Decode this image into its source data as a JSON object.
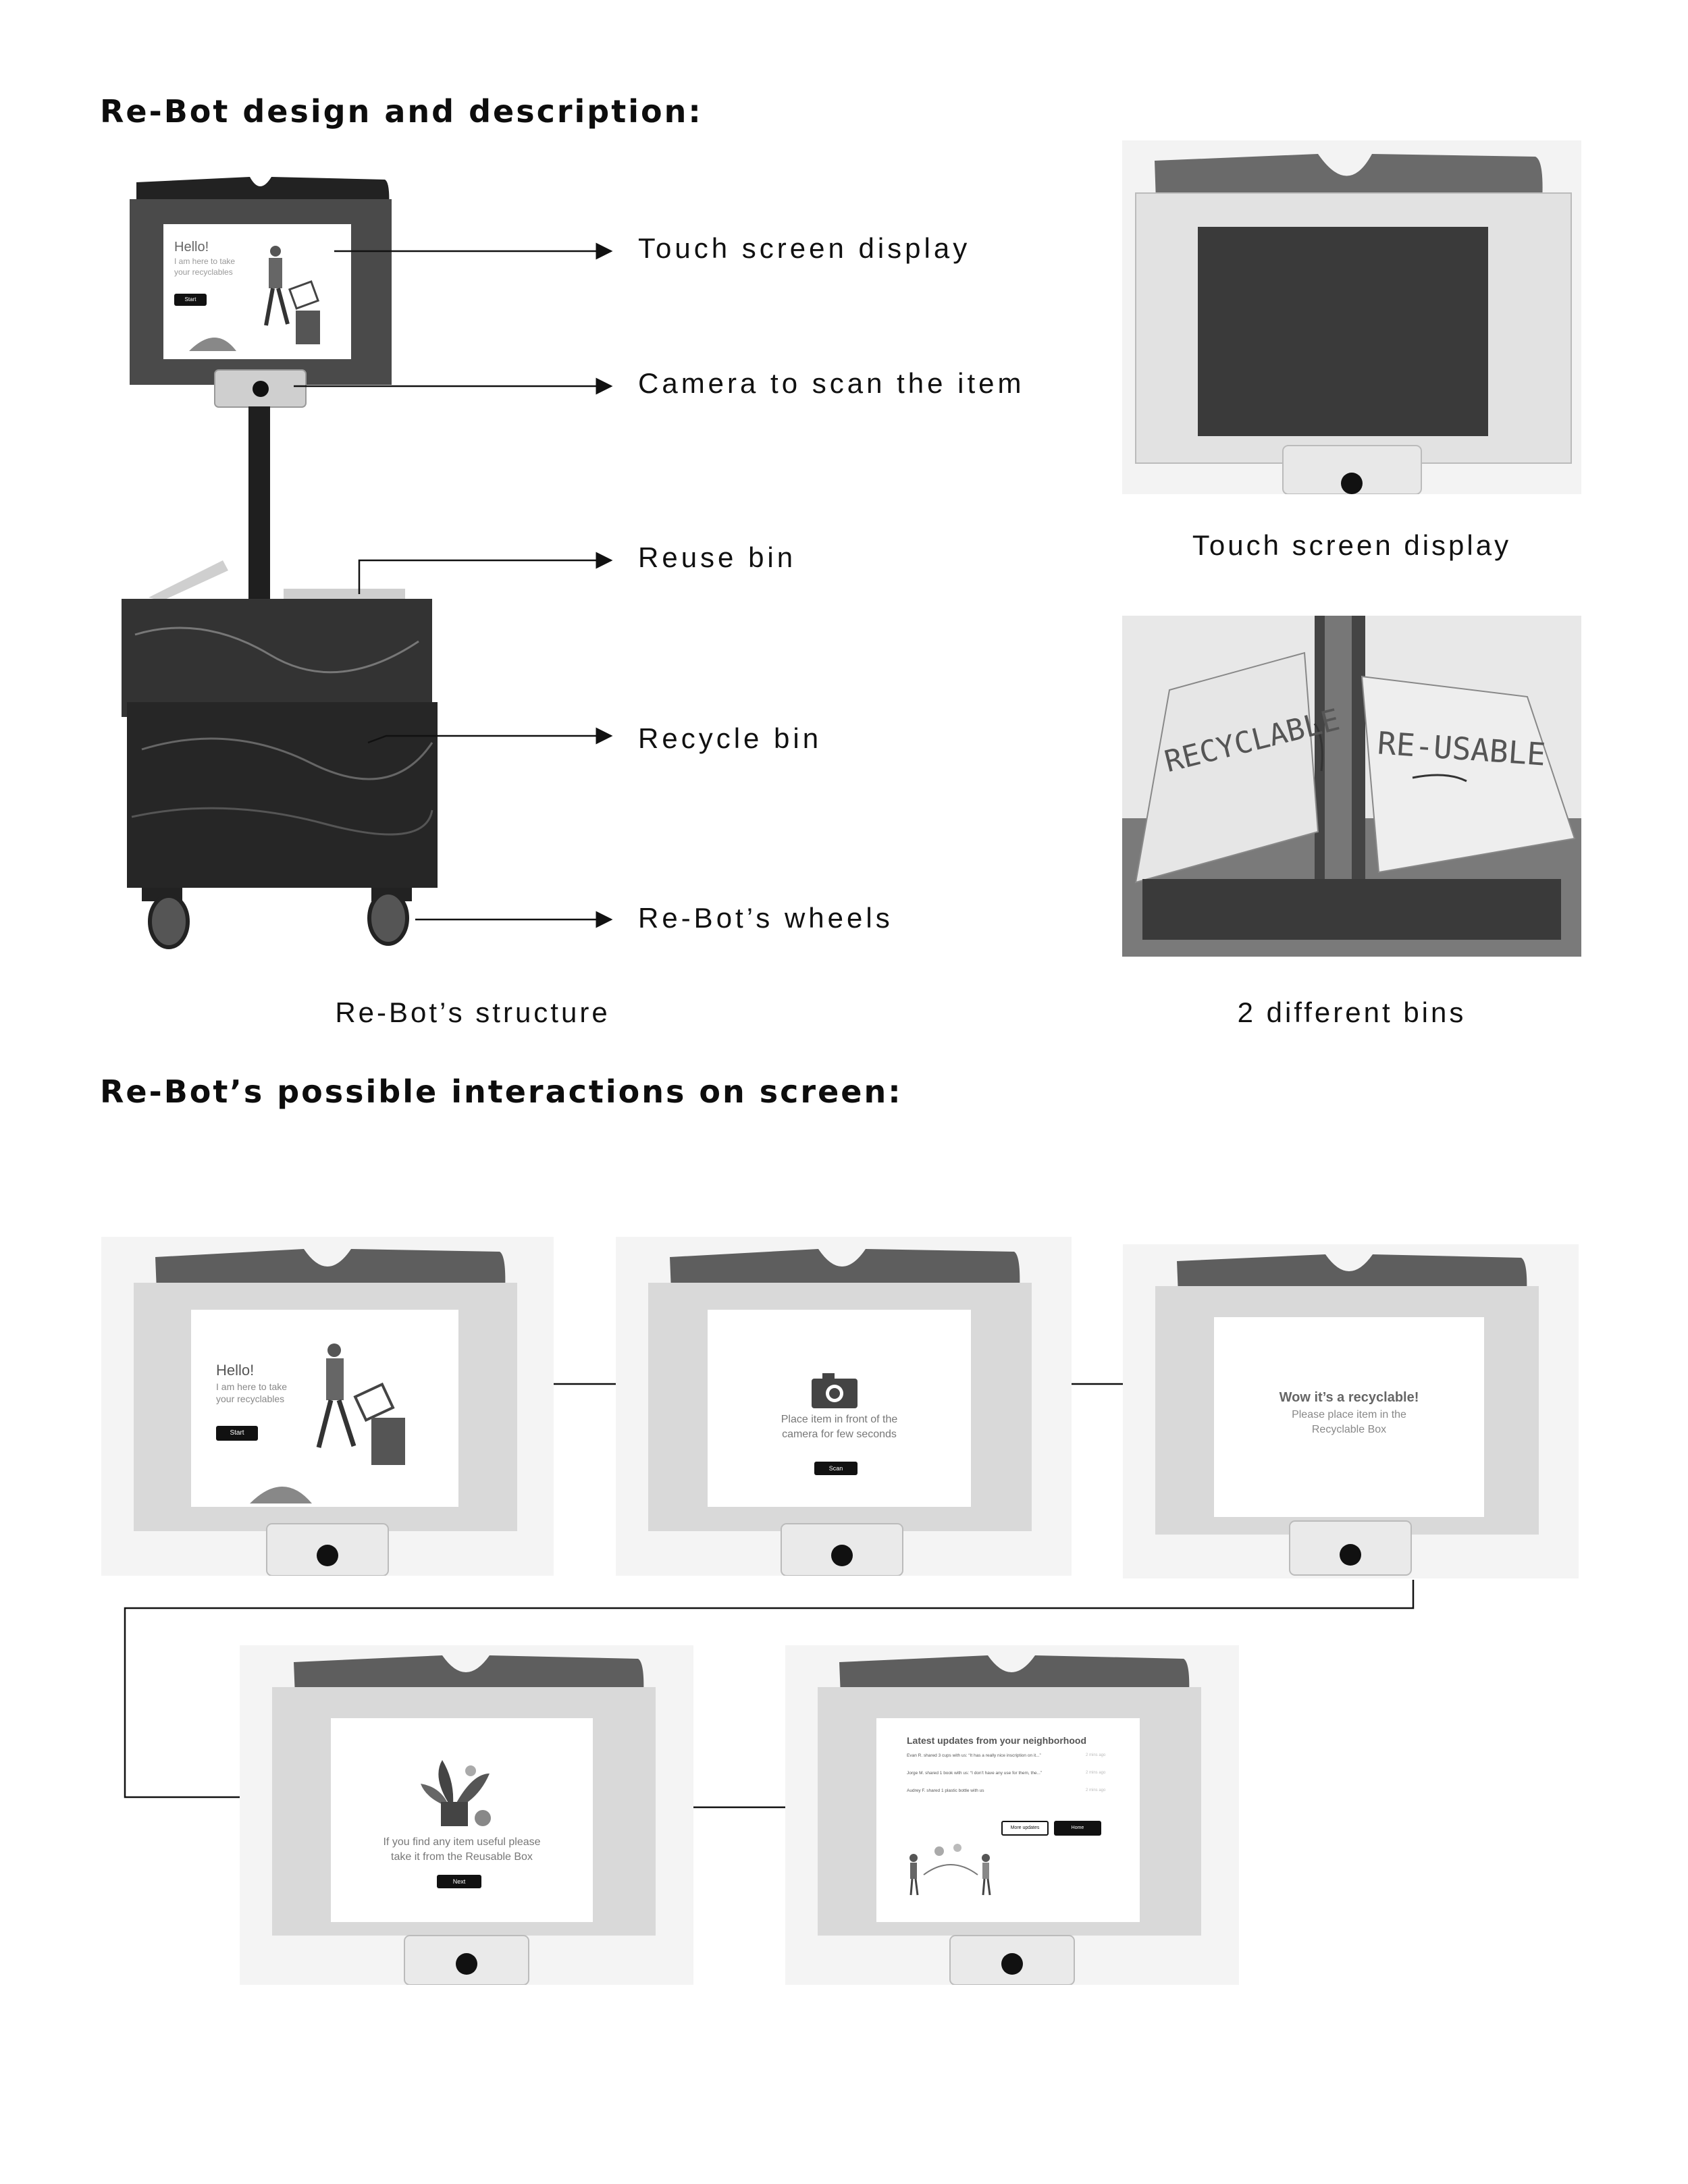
{
  "section1": {
    "title": "Re-Bot design and description:"
  },
  "labels": [
    {
      "text": "Touch screen display"
    },
    {
      "text": "Camera to scan the item"
    },
    {
      "text": "Reuse bin"
    },
    {
      "text": "Recycle bin"
    },
    {
      "text": "Re-Bot’s wheels"
    }
  ],
  "captions": {
    "structure": "Re-Bot’s structure",
    "display": "Touch screen display",
    "bins": "2 different bins"
  },
  "bins_photo": {
    "left_bin": "RECYCLABLE",
    "right_bin": "RE-USABLE"
  },
  "robot_screen": {
    "title": "Hello!",
    "subtitle_1": "I am here to take",
    "subtitle_2": "your recyclables",
    "button": "Start"
  },
  "section2": {
    "title": "Re-Bot’s possible interactions on screen:"
  },
  "screens": {
    "hello": {
      "title": "Hello!",
      "line1": "I am here to take",
      "line2": "your recyclables",
      "button": "Start"
    },
    "scan": {
      "line1": "Place item in front of the",
      "line2": "camera for few seconds",
      "button": "Scan"
    },
    "recyclable": {
      "title": "Wow it’s a recyclable!",
      "line1": "Please place item in the",
      "line2": "Recyclable Box"
    },
    "reusable": {
      "line1": "If you find any item useful please",
      "line2": "take it from the Reusable Box",
      "button": "Next"
    },
    "updates": {
      "title": "Latest updates from your neighborhood",
      "items": [
        {
          "text": "Evan R. shared 3 cups with us: “It has a really nice inscription on it...”",
          "time": "2 mins ago"
        },
        {
          "text": "Jorge M. shared 1 book with us: “I don’t have any use for them, the...”",
          "time": "2 mins ago"
        },
        {
          "text": "Audrey F. shared 1 plastic bottle with us",
          "time": "2 mins ago"
        }
      ],
      "more_button": "More updates",
      "home_button": "Home"
    }
  },
  "colors": {
    "frame": "#d9d9d9",
    "frame_dark": "#5a5a5a",
    "screen": "#ffffff",
    "robot_body": "#2b2b2b",
    "text": "#111111"
  }
}
